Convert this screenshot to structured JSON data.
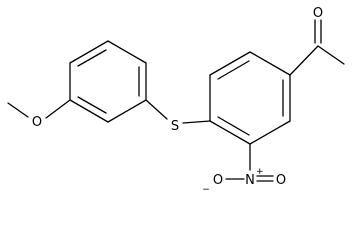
{
  "molecule": {
    "atoms": {
      "acetyl_oxygen": "O",
      "sulfur": "S",
      "nitro_nitrogen": "N",
      "nitro_oxygen_top": "O",
      "nitro_oxygen_left": "O",
      "methoxy_oxygen": "O"
    },
    "charges": {
      "nitro_nitrogen": "+",
      "nitro_oxygen_left": "−"
    }
  }
}
